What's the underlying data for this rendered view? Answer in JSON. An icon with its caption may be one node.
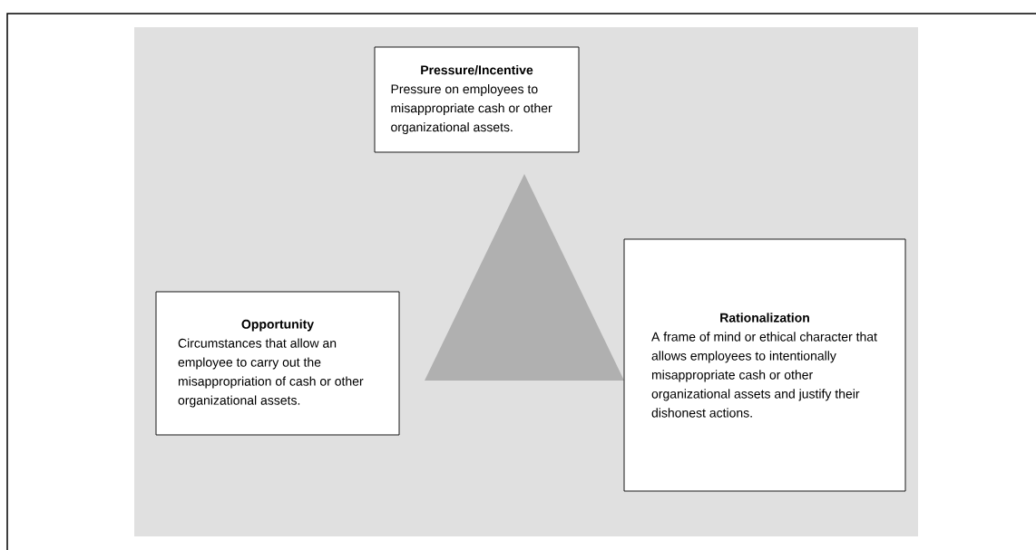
{
  "diagram": {
    "nodes": [
      {
        "text": [
          "Pressure/Incentive",
          "Pressure on employees to misappropriate cash or other organizational assets."
        ]
      },
      {
        "text": [
          "Opportunity",
          "Circumstances that allow an employee to carry out the misappropriation of cash or other organizational assets."
        ]
      },
      {
        "text": [
          "Rationalization",
          "A frame of mind or ethical character that allows employees to intentionally misappropriate cash or other organizational assets and justify their dishonest actions."
        ]
      }
    ]
  }
}
